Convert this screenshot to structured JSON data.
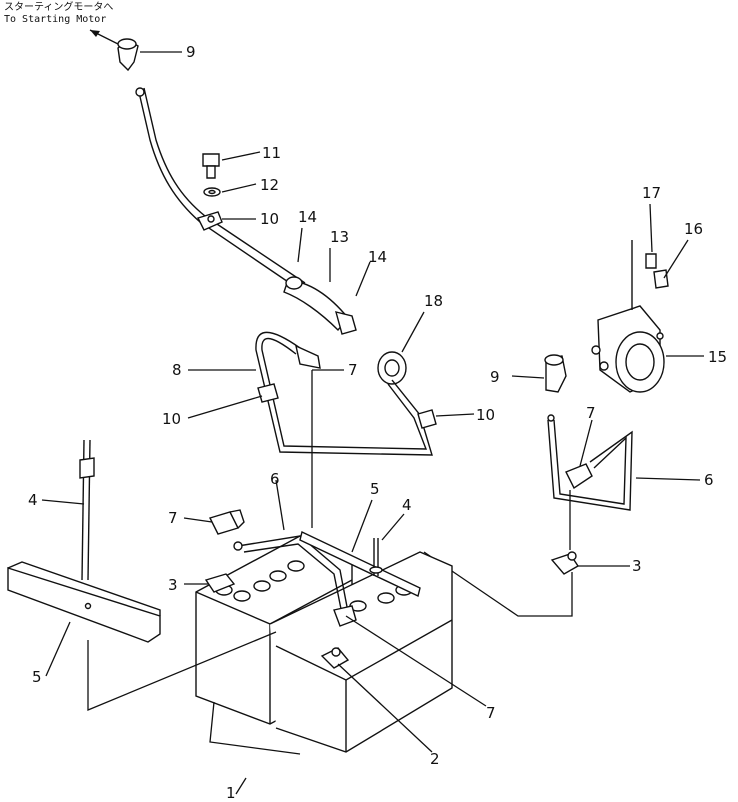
{
  "direction_note": {
    "japanese": "スターティングモータへ",
    "english": "To Starting Motor"
  },
  "callouts": {
    "c1": "1",
    "c2": "2",
    "c3a": "3",
    "c3b": "3",
    "c4a": "4",
    "c4b": "4",
    "c5a": "5",
    "c5b": "5",
    "c6a": "6",
    "c6b": "6",
    "c7a": "7",
    "c7b": "7",
    "c7c": "7",
    "c7d": "7",
    "c8": "8",
    "c9a": "9",
    "c9b": "9",
    "c10a": "10",
    "c10b": "10",
    "c10c": "10",
    "c11": "11",
    "c12": "12",
    "c13": "13",
    "c14a": "14",
    "c14b": "14",
    "c15": "15",
    "c16": "16",
    "c17": "17",
    "c18": "18"
  }
}
